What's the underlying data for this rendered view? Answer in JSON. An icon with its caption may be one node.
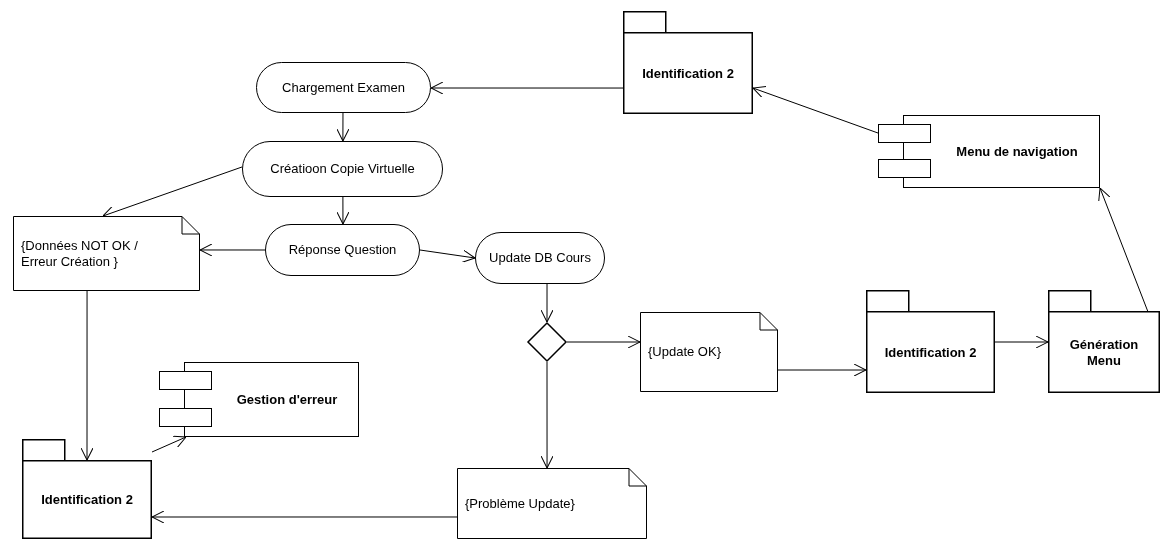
{
  "diagram": {
    "nodes": [
      {
        "text": [
          "Identification 2"
        ]
      },
      {
        "text": [
          "Menu de navigation"
        ]
      },
      {
        "text": [
          "Chargement Examen"
        ]
      },
      {
        "text": [
          "Créatioon Copie Virtuelle"
        ]
      },
      {
        "text": [
          "{Données NOT OK / Erreur Création }"
        ]
      },
      {
        "text": [
          "Réponse Question"
        ]
      },
      {
        "text": [
          "Update DB Cours"
        ]
      },
      {
        "text": [],
        "shape": "diamond"
      },
      {
        "text": [
          "{Update OK}"
        ]
      },
      {
        "text": [
          "Identification 2"
        ]
      },
      {
        "text": [
          "Génération Menu"
        ]
      },
      {
        "text": [
          "Gestion d'erreur"
        ]
      },
      {
        "text": [
          "Identification 2"
        ]
      },
      {
        "text": [
          "{Problème Update}"
        ]
      }
    ],
    "edges": [
      {
        "from": 0,
        "to": 2,
        "arrow": "to"
      },
      {
        "from": 1,
        "to": 0,
        "arrow": "to"
      },
      {
        "from": 2,
        "to": 3,
        "arrow": "to"
      },
      {
        "from": 3,
        "to": 4,
        "arrow": "to"
      },
      {
        "from": 3,
        "to": 5,
        "arrow": "to"
      },
      {
        "from": 5,
        "to": 4,
        "arrow": "to"
      },
      {
        "from": 5,
        "to": 6,
        "arrow": "to"
      },
      {
        "from": 6,
        "to": 7,
        "arrow": "to"
      },
      {
        "from": 7,
        "to": 8,
        "arrow": "to"
      },
      {
        "from": 7,
        "to": 13,
        "arrow": "to"
      },
      {
        "from": 8,
        "to": 9,
        "arrow": "to"
      },
      {
        "from": 9,
        "to": 10,
        "arrow": "to"
      },
      {
        "from": 10,
        "to": 1,
        "arrow": "to"
      },
      {
        "from": 4,
        "to": 12,
        "arrow": "to"
      },
      {
        "from": 12,
        "to": 11,
        "arrow": "to"
      },
      {
        "from": 13,
        "to": 12,
        "arrow": "to"
      }
    ]
  }
}
